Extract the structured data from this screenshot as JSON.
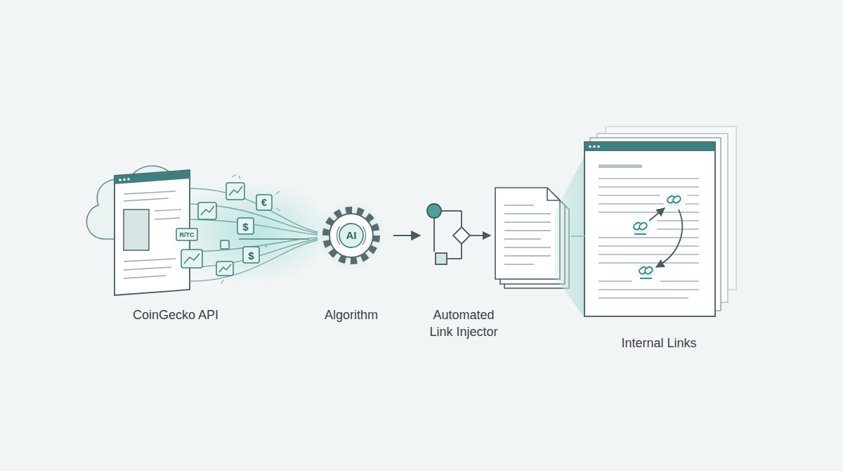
{
  "diagram": {
    "nodes": [
      {
        "text": [
          "CoinGecko API"
        ]
      },
      {
        "text": [
          "AI",
          "Algorithm"
        ]
      },
      {
        "text": [
          "Automated Link Injector"
        ]
      },
      {
        "text": [
          "Internal Links"
        ]
      }
    ],
    "edges": [
      {
        "from": 0,
        "to": 1,
        "arrow": "none"
      },
      {
        "from": 1,
        "to": 2,
        "arrow": "to"
      },
      {
        "from": 2,
        "to": 3,
        "arrow": "none"
      }
    ],
    "labels": [
      "R/TC",
      "€",
      "$",
      "$"
    ]
  }
}
